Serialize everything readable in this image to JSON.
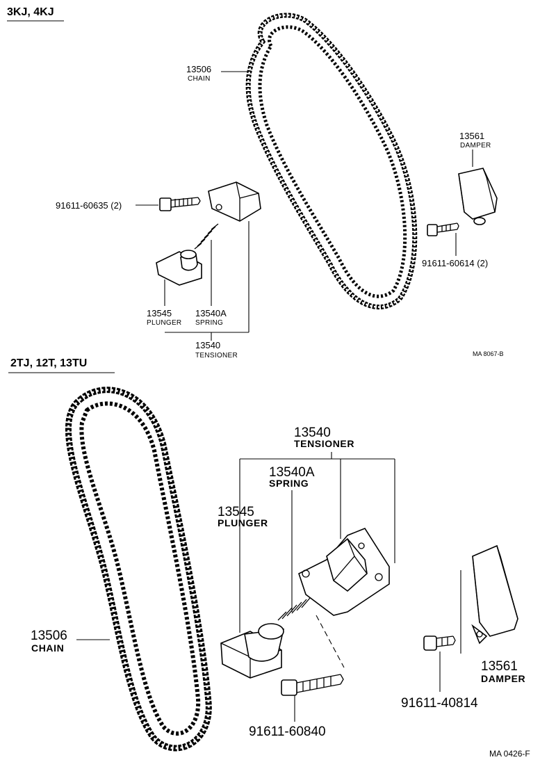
{
  "sections": [
    {
      "header": "3KJ, 4KJ",
      "drawing_code": "MA 8067-B",
      "parts": {
        "chain": {
          "number": "13506",
          "name": "CHAIN"
        },
        "damper": {
          "number": "13561",
          "name": "DAMPER"
        },
        "bolt_left": {
          "number": "91611-60635 (2)"
        },
        "bolt_right": {
          "number": "91611-60614 (2)"
        },
        "plunger": {
          "number": "13545",
          "name": "PLUNGER"
        },
        "spring": {
          "number": "13540A",
          "name": "SPRING"
        },
        "tensioner": {
          "number": "13540",
          "name": "TENSIONER"
        }
      }
    },
    {
      "header": "2TJ, 12T, 13TU",
      "drawing_code": "MA 0426-F",
      "parts": {
        "chain": {
          "number": "13506",
          "name": "CHAIN"
        },
        "tensioner": {
          "number": "13540",
          "name": "TENSIONER"
        },
        "spring": {
          "number": "13540A",
          "name": "SPRING"
        },
        "plunger": {
          "number": "13545",
          "name": "PLUNGER"
        },
        "damper": {
          "number": "13561",
          "name": "DAMPER"
        },
        "bolt_damper": {
          "number": "91611-40814"
        },
        "bolt_tensioner": {
          "number": "91611-60840"
        }
      }
    }
  ]
}
